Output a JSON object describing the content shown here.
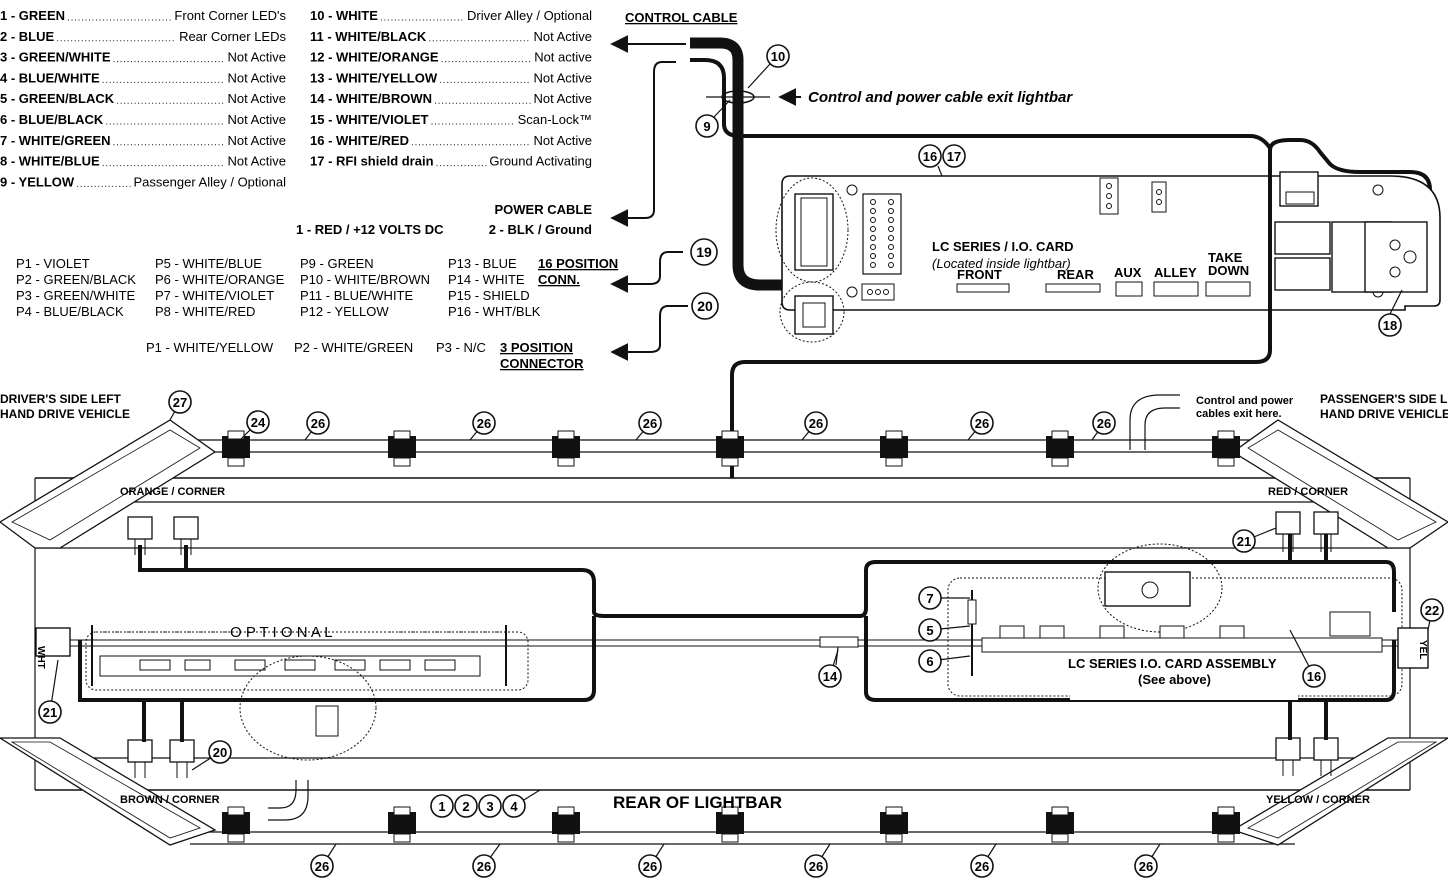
{
  "wire_legend_left": [
    {
      "name": "1 - GREEN",
      "value": "Front Corner LED's"
    },
    {
      "name": "2 - BLUE",
      "value": "Rear Corner LEDs"
    },
    {
      "name": "3 - GREEN/WHITE",
      "value": "Not Active"
    },
    {
      "name": "4 - BLUE/WHITE",
      "value": "Not Active"
    },
    {
      "name": "5 - GREEN/BLACK",
      "value": "Not Active"
    },
    {
      "name": "6 - BLUE/BLACK",
      "value": "Not Active"
    },
    {
      "name": "7 - WHITE/GREEN",
      "value": "Not Active"
    },
    {
      "name": "8 - WHITE/BLUE",
      "value": "Not Active"
    },
    {
      "name": "9 - YELLOW",
      "value": "Passenger Alley / Optional"
    }
  ],
  "wire_legend_right": [
    {
      "name": "10 - WHITE",
      "value": "Driver Alley / Optional"
    },
    {
      "name": "11 - WHITE/BLACK",
      "value": "Not Active"
    },
    {
      "name": "12 - WHITE/ORANGE",
      "value": "Not active"
    },
    {
      "name": "13 - WHITE/YELLOW",
      "value": "Not Active"
    },
    {
      "name": "14 - WHITE/BROWN",
      "value": "Not Active"
    },
    {
      "name": "15 - WHITE/VIOLET",
      "value": "Scan-Lock™"
    },
    {
      "name": "16 - WHITE/RED",
      "value": "Not Active"
    },
    {
      "name": "17 - RFI shield drain",
      "value": "Ground Activating"
    }
  ],
  "labels": {
    "control_cable": "CONTROL CABLE",
    "exit_note": "Control and power cable exit lightbar",
    "power_cable": "POWER CABLE",
    "power_red": "1 - RED /  +12 VOLTS DC",
    "power_blk": "2 - BLK / Ground",
    "pos16_a": "16 POSITION",
    "pos16_b": "CONN.",
    "pos3_a": "3  POSITION",
    "pos3_b": "CONNECTOR",
    "card_title": "LC SERIES / I.O. CARD",
    "card_sub": "(Located inside lightbar)",
    "front": "FRONT",
    "rear": "REAR",
    "aux": "AUX",
    "alley": "ALLEY",
    "take": "TAKE",
    "down": "DOWN",
    "driver_a": "DRIVER'S SIDE LEFT",
    "driver_b": "HAND DRIVE VEHICLE",
    "pass_a": "PASSENGER'S SIDE LEFT",
    "pass_b": "HAND  DRIVE  VEHICLE",
    "exit_here_a": "Control and power",
    "exit_here_b": "cables exit here.",
    "orange_corner": "ORANGE / CORNER",
    "red_corner": "RED / CORNER",
    "brown_corner": "BROWN / CORNER",
    "yellow_corner": "YELLOW / CORNER",
    "optional": "O P T I O N A L",
    "assembly": "LC SERIES I.O. CARD ASSEMBLY",
    "see_above": "(See above)",
    "rear_of_lightbar": "REAR OF LIGHTBAR",
    "wht": "WHT",
    "yel": "YEL"
  },
  "pins16": [
    [
      "P1 - VIOLET",
      "P5 - WHITE/BLUE",
      "P9 - GREEN",
      "P13 - BLUE"
    ],
    [
      "P2 - GREEN/BLACK",
      "P6 - WHITE/ORANGE",
      "P10 - WHITE/BROWN",
      "P14 - WHITE"
    ],
    [
      "P3 - GREEN/WHITE",
      "P7 - WHITE/VIOLET",
      "P11 - BLUE/WHITE",
      "P15 - SHIELD"
    ],
    [
      "P4 - BLUE/BLACK",
      "P8 - WHITE/RED",
      "P12 - YELLOW",
      "P16 - WHT/BLK"
    ]
  ],
  "pins3": [
    "P1 - WHITE/YELLOW",
    "P2 - WHITE/GREEN",
    "P3 - N/C"
  ],
  "callouts": {
    "c10": "10",
    "c9": "9",
    "c16": "16",
    "c17": "17",
    "c19": "19",
    "c20": "20",
    "c18": "18",
    "c27": "27",
    "c24": "24",
    "c26": "26",
    "c21": "21",
    "c22": "22",
    "c7": "7",
    "c5": "5",
    "c6": "6",
    "c14": "14",
    "c1": "1",
    "c2": "2",
    "c3": "3",
    "c4": "4"
  }
}
